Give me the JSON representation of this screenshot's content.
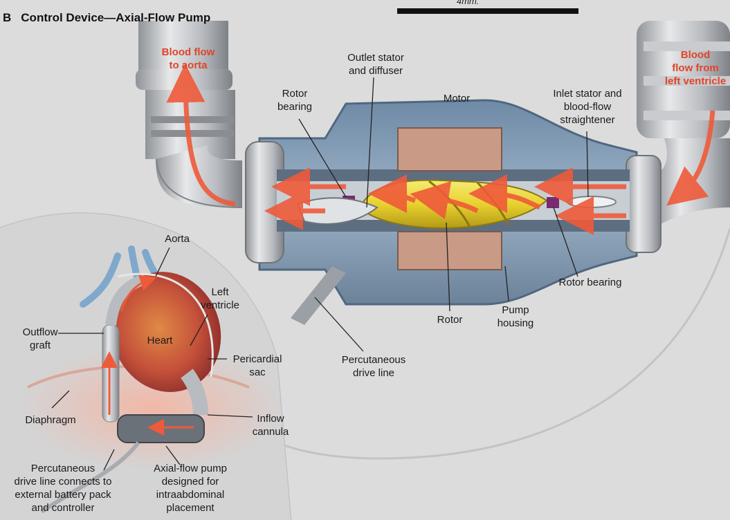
{
  "header": {
    "panel_letter": "B",
    "title": "Control Device—Axial-Flow Pump",
    "scale_label": "4mm."
  },
  "labels": {
    "blood_flow_to_aorta": "Blood flow\nto aorta",
    "blood_flow_from_lv": "Blood\nflow from\nleft ventricle",
    "outlet_stator": "Outlet stator\nand diffuser",
    "rotor_bearing_top": "Rotor\nbearing",
    "motor": "Motor",
    "inlet_stator": "Inlet stator and\nblood-flow\nstraightener",
    "rotor_bearing_right": "Rotor bearing",
    "rotor": "Rotor",
    "pump_housing": "Pump\nhousing",
    "percutaneous_drive_line": "Percutaneous\ndrive line",
    "aorta": "Aorta",
    "left_ventricle": "Left\nventricle",
    "heart": "Heart",
    "outflow_graft": "Outflow\ngraft",
    "pericardial_sac": "Pericardial\nsac",
    "diaphragm": "Diaphragm",
    "inflow_cannula": "Inflow\ncannula",
    "drive_line_connects": "Percutaneous\ndrive line connects to\nexternal battery pack\nand controller",
    "axial_flow_pump_placement": "Axial-flow pump\ndesigned for\nintraabdominal\nplacement"
  },
  "colors": {
    "flow_arrow": "#ef5a3a",
    "rotor": "#ecd83a",
    "motor": "#c99a85",
    "housing": "#8da5bd",
    "heart": "#c8553a",
    "background": "#dcdcdc"
  }
}
